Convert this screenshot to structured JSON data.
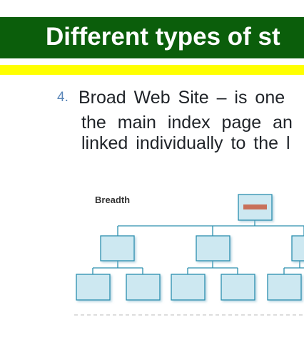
{
  "slide": {
    "title": "Different types of st",
    "bullet_number": "4.",
    "bullet_lines": [
      "Broad Web Site – is one",
      "the main index page an",
      "linked individually to the l"
    ]
  },
  "diagram": {
    "label": "Breadth",
    "colors": {
      "title_bar": "#0b5e0b",
      "accent": "#ffff00",
      "node_fill": "#cde8f1",
      "node_stroke": "#2a8fae",
      "root_marker": "#c8705a"
    }
  }
}
